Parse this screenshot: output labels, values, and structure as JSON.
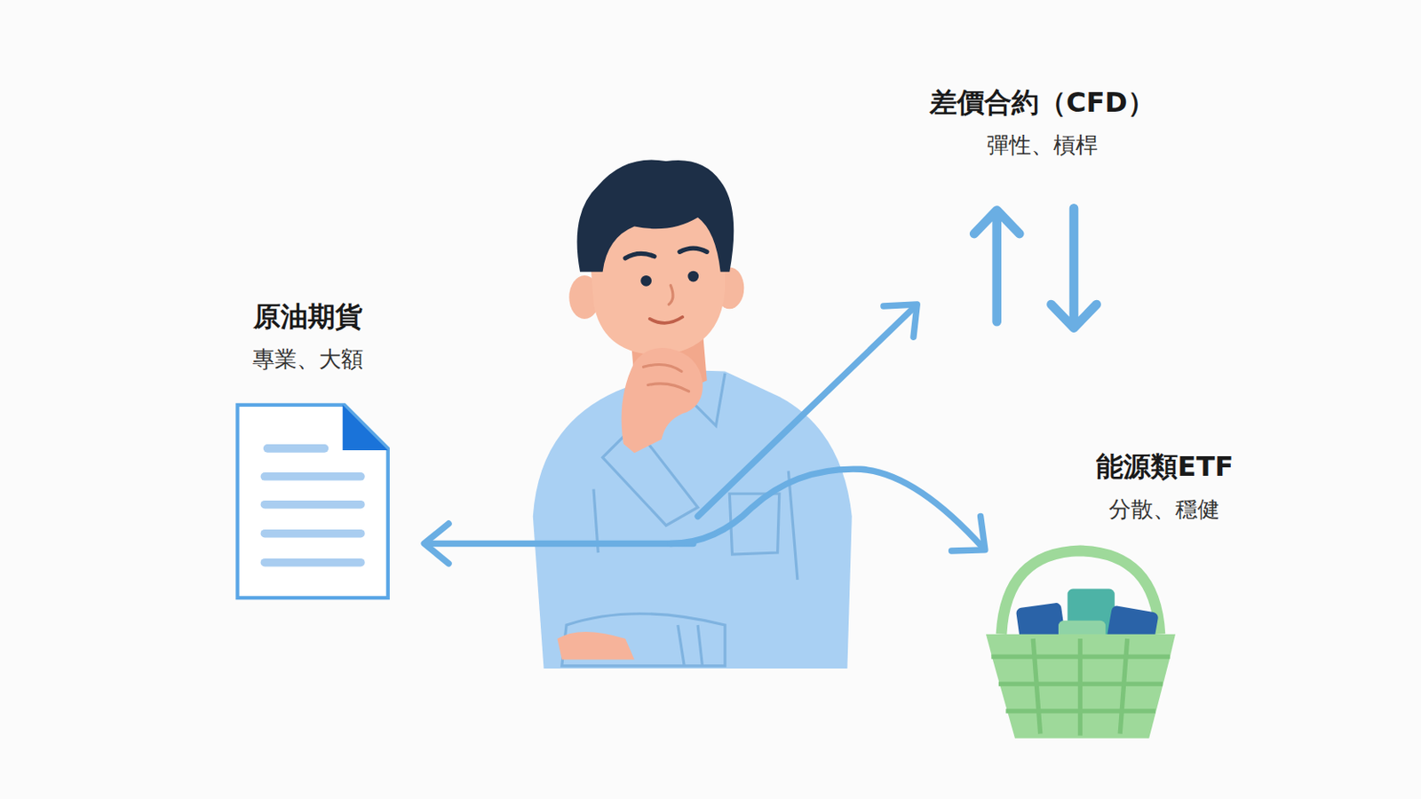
{
  "diagram": {
    "nodes": [
      {
        "text": [
          "差價合約（CFD）",
          "彈性、槓桿"
        ]
      },
      {
        "text": [
          "原油期貨",
          "專業、大額"
        ]
      },
      {
        "text": [
          "能源類ETF",
          "分散、穩健"
        ]
      }
    ]
  }
}
